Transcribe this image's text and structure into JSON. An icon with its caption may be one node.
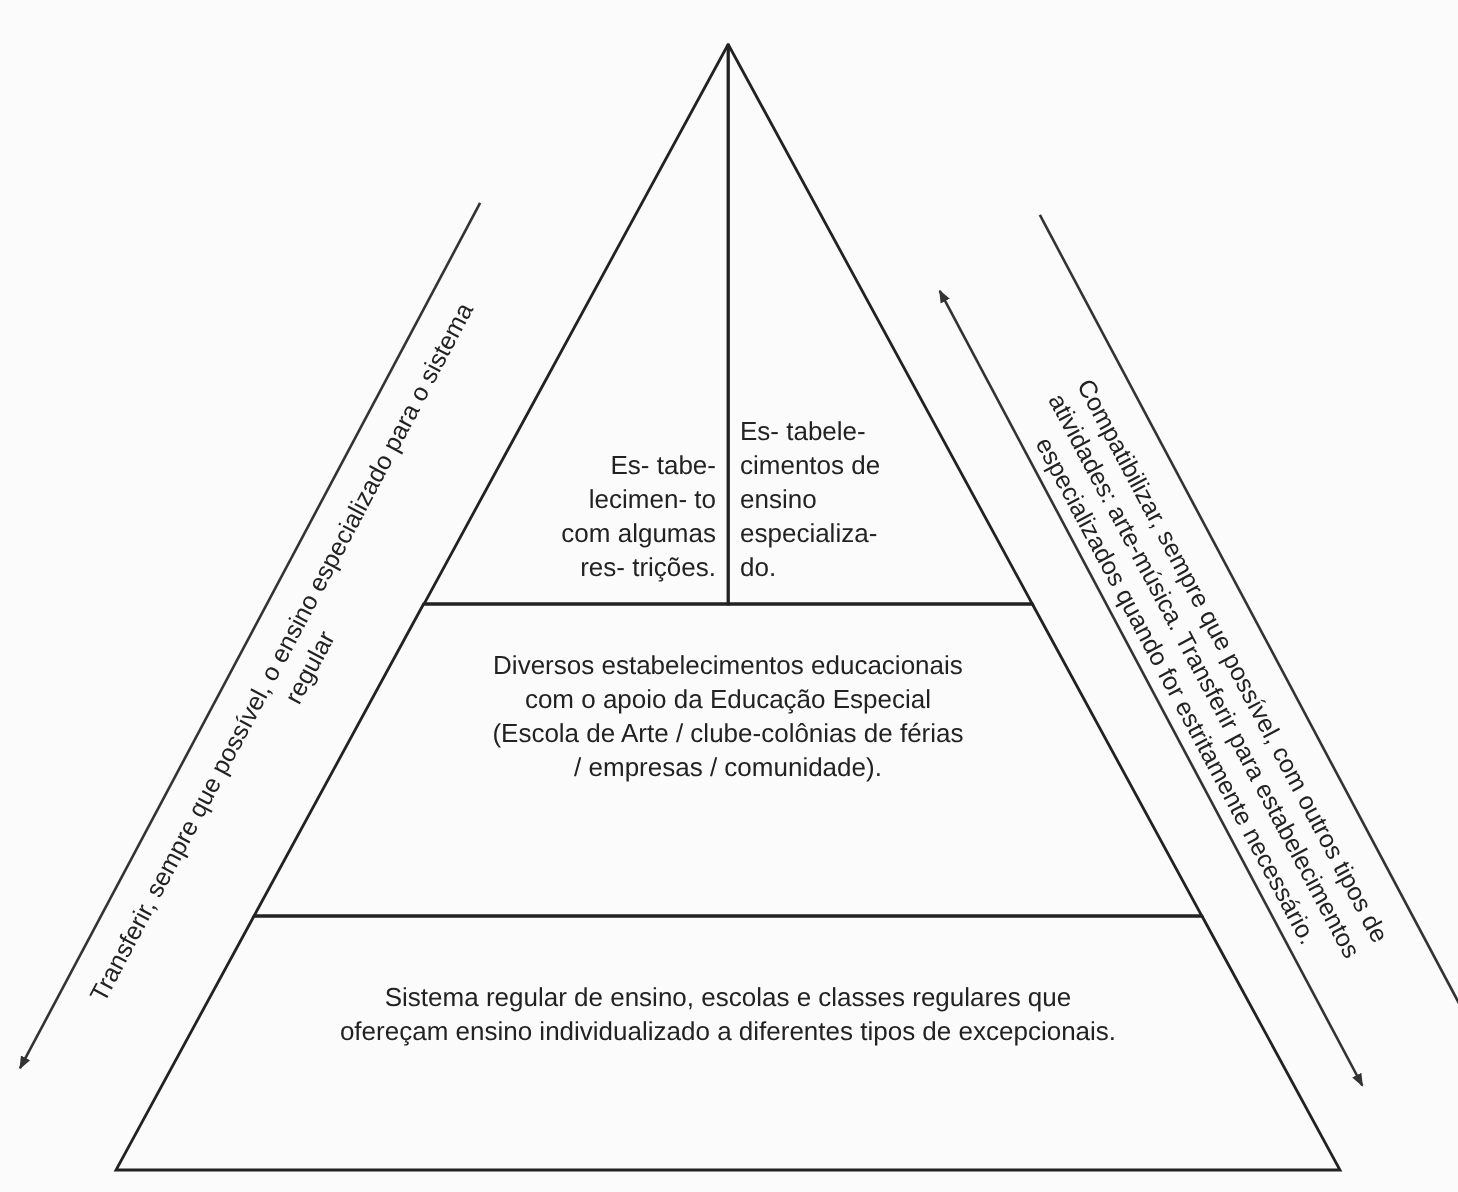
{
  "diagram": {
    "nodes": [
      {
        "text": [
          "Es- tabe- lecimen- to com algumas res- trições."
        ]
      },
      {
        "text": [
          "Es- tabele- cimentos de ensino especializa- do."
        ]
      },
      {
        "text": [
          "Diversos estabelecimentos educacionais com o apoio da Educação Especial (Escola de Arte / clube-colônias de férias / empresas / comunidade)."
        ]
      },
      {
        "text": [
          "Sistema regular de ensino, escolas e classes regulares que ofereçam ensino individualizado a diferentes tipos de excepcionais."
        ]
      }
    ],
    "labels": [
      "Transferir, sempre que possível, o ensino especializado para o sistema regular",
      "Compatibilizar, sempre que possível, com outros tipos de atividades: arte-música. Transferir para estabelecimentos especializados quando for estritamente necessário."
    ]
  }
}
